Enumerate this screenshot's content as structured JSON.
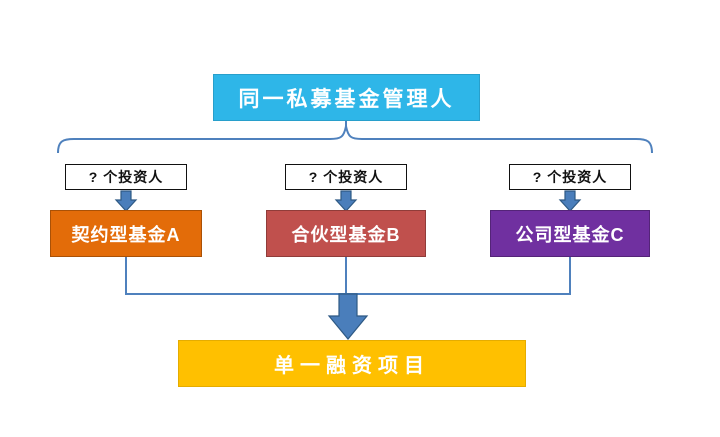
{
  "diagram": {
    "manager_label": "同一私募基金管理人",
    "investors": [
      "? 个投资人",
      "? 个投资人",
      "? 个投资人"
    ],
    "funds": [
      {
        "label": "契约型基金A",
        "color": "#E36C09"
      },
      {
        "label": "合伙型基金B",
        "color": "#C0504D"
      },
      {
        "label": "公司型基金C",
        "color": "#7030A0"
      }
    ],
    "project_label": "单一融资项目",
    "colors": {
      "manager_fill": "#2EB6E8",
      "project_fill": "#FFC000",
      "connector": "#4F81BD",
      "arrow_fill": "#4A7EBB",
      "arrow_border": "#2E5984"
    }
  }
}
